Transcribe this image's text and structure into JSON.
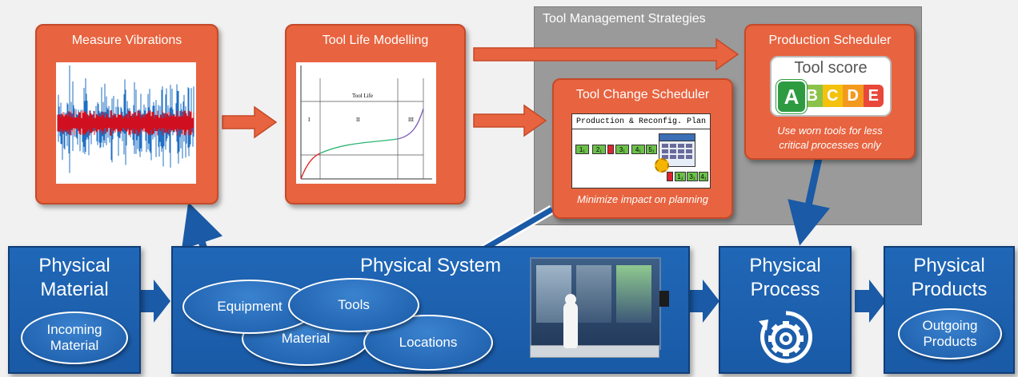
{
  "boxes": {
    "measure_vibrations": "Measure Vibrations",
    "tool_life_modelling": "Tool Life Modelling",
    "tool_change_scheduler": "Tool Change Scheduler",
    "production_scheduler": "Production Scheduler"
  },
  "tool_life_chart": {
    "label": "Tool Life",
    "phases": [
      "I",
      "II",
      "III"
    ]
  },
  "management": {
    "title": "Tool Management Strategies"
  },
  "plan": {
    "title": "Production & Reconfig.  Plan",
    "row1": [
      "1₁",
      "2₁",
      "3₁",
      "4₁",
      "5₁"
    ],
    "row2": [
      "1₁",
      "3₁",
      "4₁"
    ],
    "caption": "Minimize impact on planning"
  },
  "tool_score": {
    "title": "Tool score",
    "grades": [
      "A",
      "B",
      "C",
      "D",
      "E"
    ],
    "grade_colors": [
      "#2e9b41",
      "#8bc34a",
      "#f4c20d",
      "#f39a1e",
      "#e8473a"
    ],
    "caption_line1": "Use worn tools for less",
    "caption_line2": "critical processes only"
  },
  "physical": {
    "material": {
      "line1": "Physical",
      "line2": "Material",
      "ellipse_line1": "Incoming",
      "ellipse_line2": "Material"
    },
    "system": {
      "title": "Physical System",
      "equipment": "Equipment",
      "tools": "Tools",
      "material": "Material",
      "locations": "Locations"
    },
    "process": {
      "line1": "Physical",
      "line2": "Process"
    },
    "products": {
      "line1": "Physical",
      "line2": "Products",
      "ellipse_line1": "Outgoing",
      "ellipse_line2": "Products"
    }
  },
  "colors": {
    "orange": "#e8633f",
    "blue": "#1a5aa6",
    "gray": "#9a9a9a"
  }
}
